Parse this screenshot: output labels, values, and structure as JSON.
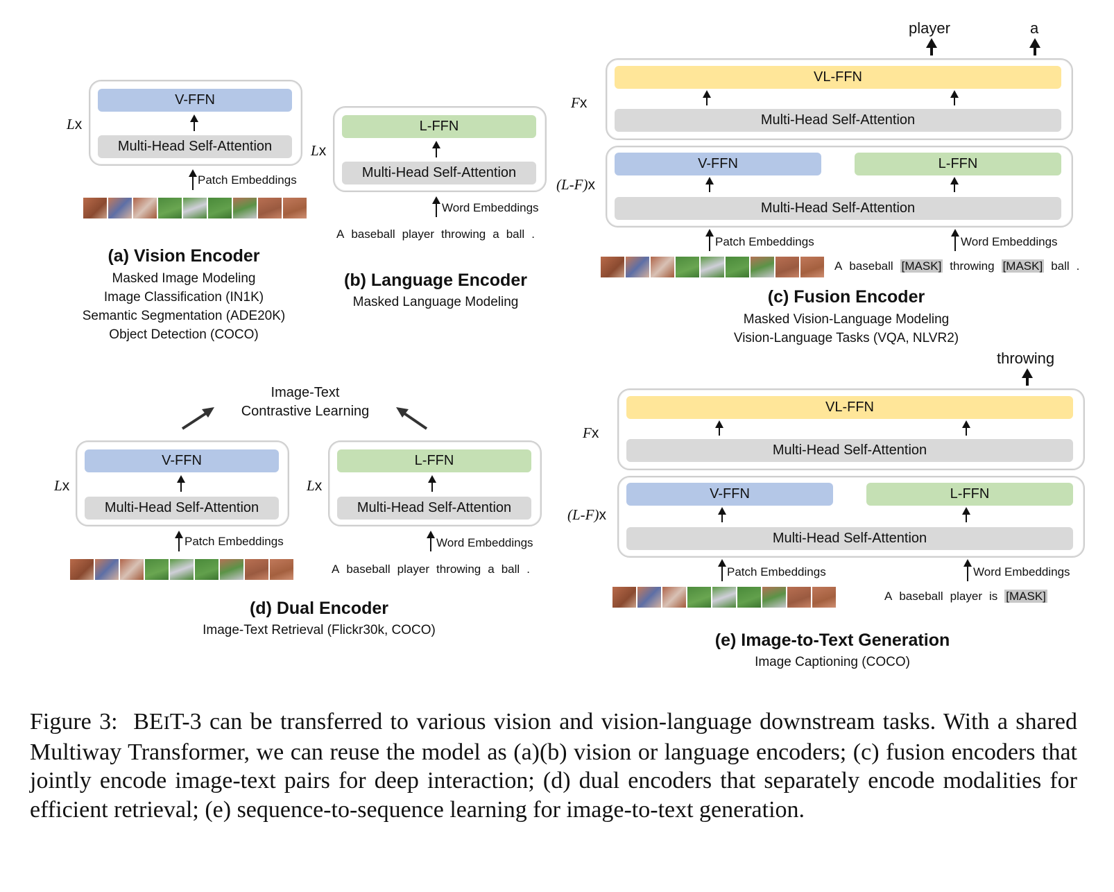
{
  "labels": {
    "vffn": "V-FFN",
    "lffn": "L-FFN",
    "vlffn": "VL-FFN",
    "mhsa": "Multi-Head Self-Attention",
    "patch_emb": "Patch Embeddings",
    "word_emb": "Word Embeddings",
    "lx": "L",
    "fx": "F",
    "lfx": "(L-F)",
    "x": "x"
  },
  "sentence": [
    "A",
    "baseball",
    "player",
    "throwing",
    "a",
    "ball",
    "."
  ],
  "masked_sentence_c": [
    "A",
    "baseball",
    "[MASK]",
    "throwing",
    "[MASK]",
    "ball",
    "."
  ],
  "masked_sentence_e": [
    "A",
    "baseball",
    "player",
    "is",
    "[MASK]"
  ],
  "outputs": {
    "c_out1": "player",
    "c_out2": "a",
    "e_out": "throwing"
  },
  "panel_a": {
    "title": "(a) Vision Encoder",
    "tasks": [
      "Masked Image Modeling",
      "Image Classification (IN1K)",
      "Semantic Segmentation (ADE20K)",
      "Object Detection (COCO)"
    ]
  },
  "panel_b": {
    "title": "(b) Language Encoder",
    "tasks": [
      "Masked Language Modeling"
    ]
  },
  "panel_c": {
    "title": "(c) Fusion Encoder",
    "tasks": [
      "Masked Vision-Language Modeling",
      "Vision-Language Tasks (VQA, NLVR2)"
    ]
  },
  "panel_d": {
    "title": "(d) Dual Encoder",
    "objective_line1": "Image-Text",
    "objective_line2": "Contrastive Learning",
    "tasks": [
      "Image-Text Retrieval (Flickr30k, COCO)"
    ]
  },
  "panel_e": {
    "title": "(e) Image-to-Text Generation",
    "tasks": [
      "Image Captioning (COCO)"
    ]
  },
  "caption": {
    "label": "Figure 3:",
    "model_b": "BE",
    "model_i": "I",
    "model_t": "T-3",
    "text": " can be transferred to various vision and vision-language downstream tasks. With a shared Multiway Transformer, we can reuse the model as (a)(b) vision or language encoders; (c) fusion encoders that jointly encode image-text pairs for deep interaction; (d) dual encoders that separately encode modalities for efficient retrieval; (e) sequence-to-sequence learning for image-to-text generation."
  },
  "colors": {
    "vision_ffn": "#b4c7e7",
    "language_ffn": "#c5e0b4",
    "vl_ffn": "#ffe699",
    "attention": "#d9d9d9",
    "mask_highlight": "#c8c8c8"
  }
}
